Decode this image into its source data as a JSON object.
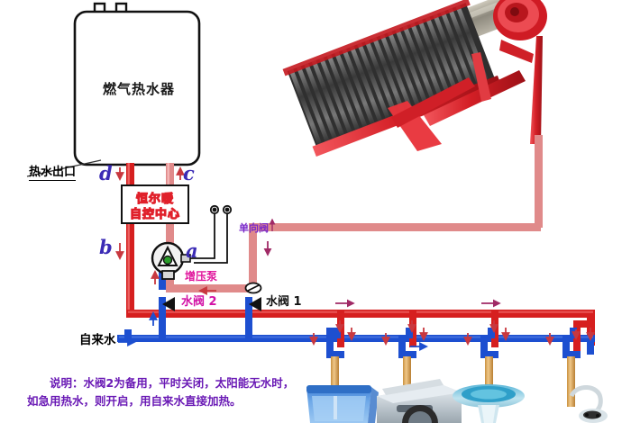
{
  "diagram": {
    "title_caption": {
      "line1": "说明：水阀2为备用，平时关闭，太阳能无水时，",
      "line2": "如急用热水，则开启，用自来水直接加热。"
    },
    "equipment": {
      "gas_heater_label": "燃气热水器",
      "control_center_line1": "恒尔暖",
      "control_center_line2": "自控中心",
      "booster_pump_label": "增压泵",
      "solar_collector_name": "solar-water-heater"
    },
    "pipe_labels": {
      "hot_water_outlet": "热水出口",
      "tap_water": "自来水"
    },
    "valves": {
      "valve1": "水阀 1",
      "valve2": "水阀 2",
      "check_valve": "单向阀"
    },
    "nodes": {
      "a": "a",
      "b": "b",
      "c": "c",
      "d": "d"
    },
    "fixtures": [
      {
        "name": "bathtub"
      },
      {
        "name": "washing-machine"
      },
      {
        "name": "wash-basin"
      },
      {
        "name": "shower-head"
      }
    ],
    "colors": {
      "hot_pipe": "#d61f1f",
      "return_pipe": "#e48b8b",
      "cold_pipe": "#1d4fd0",
      "accent_purple": "#3b2bb5",
      "caption_purple": "#6a1ab5",
      "valve2_pink": "#d211a5",
      "solar_frame_red": "#d62027"
    }
  }
}
